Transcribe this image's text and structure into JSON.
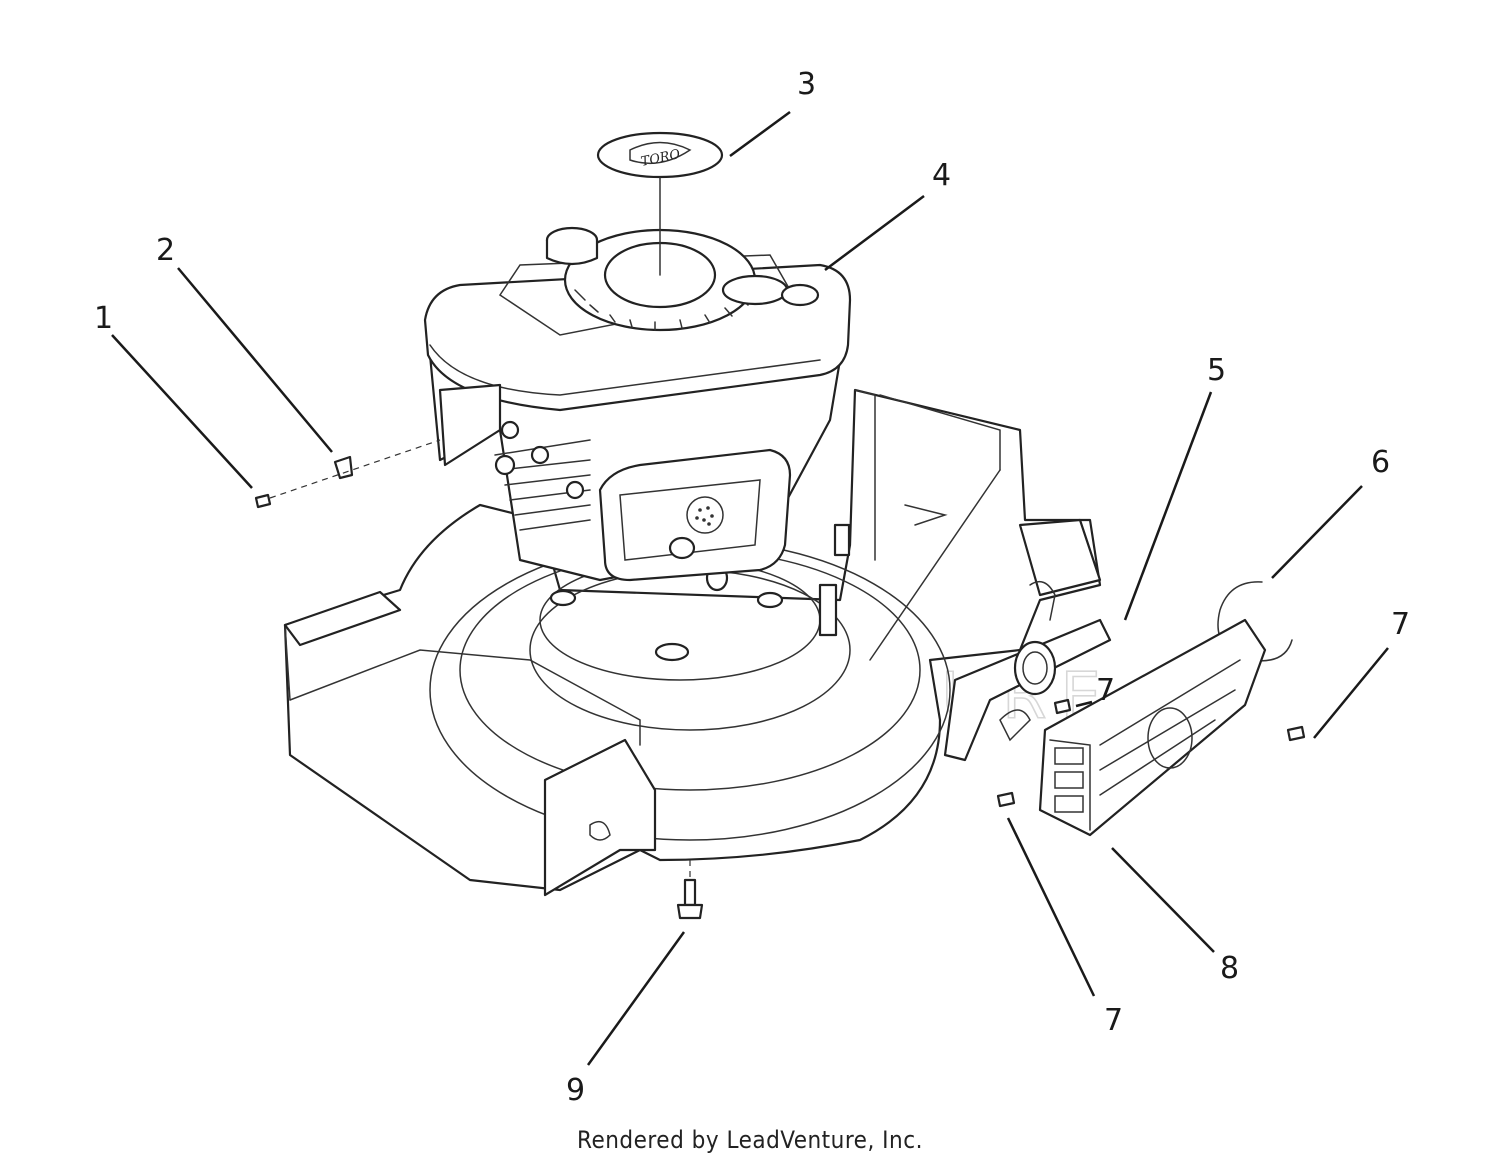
{
  "footer": "Rendered by LeadVenture, Inc.",
  "watermark": "LEADVENTURE",
  "decal_text": "TORO",
  "callouts": {
    "c1": "1",
    "c2": "2",
    "c3": "3",
    "c4": "4",
    "c5": "5",
    "c6": "6",
    "c7a": "7",
    "c7b": "7",
    "c7c": "7",
    "c8": "8",
    "c9": "9"
  }
}
